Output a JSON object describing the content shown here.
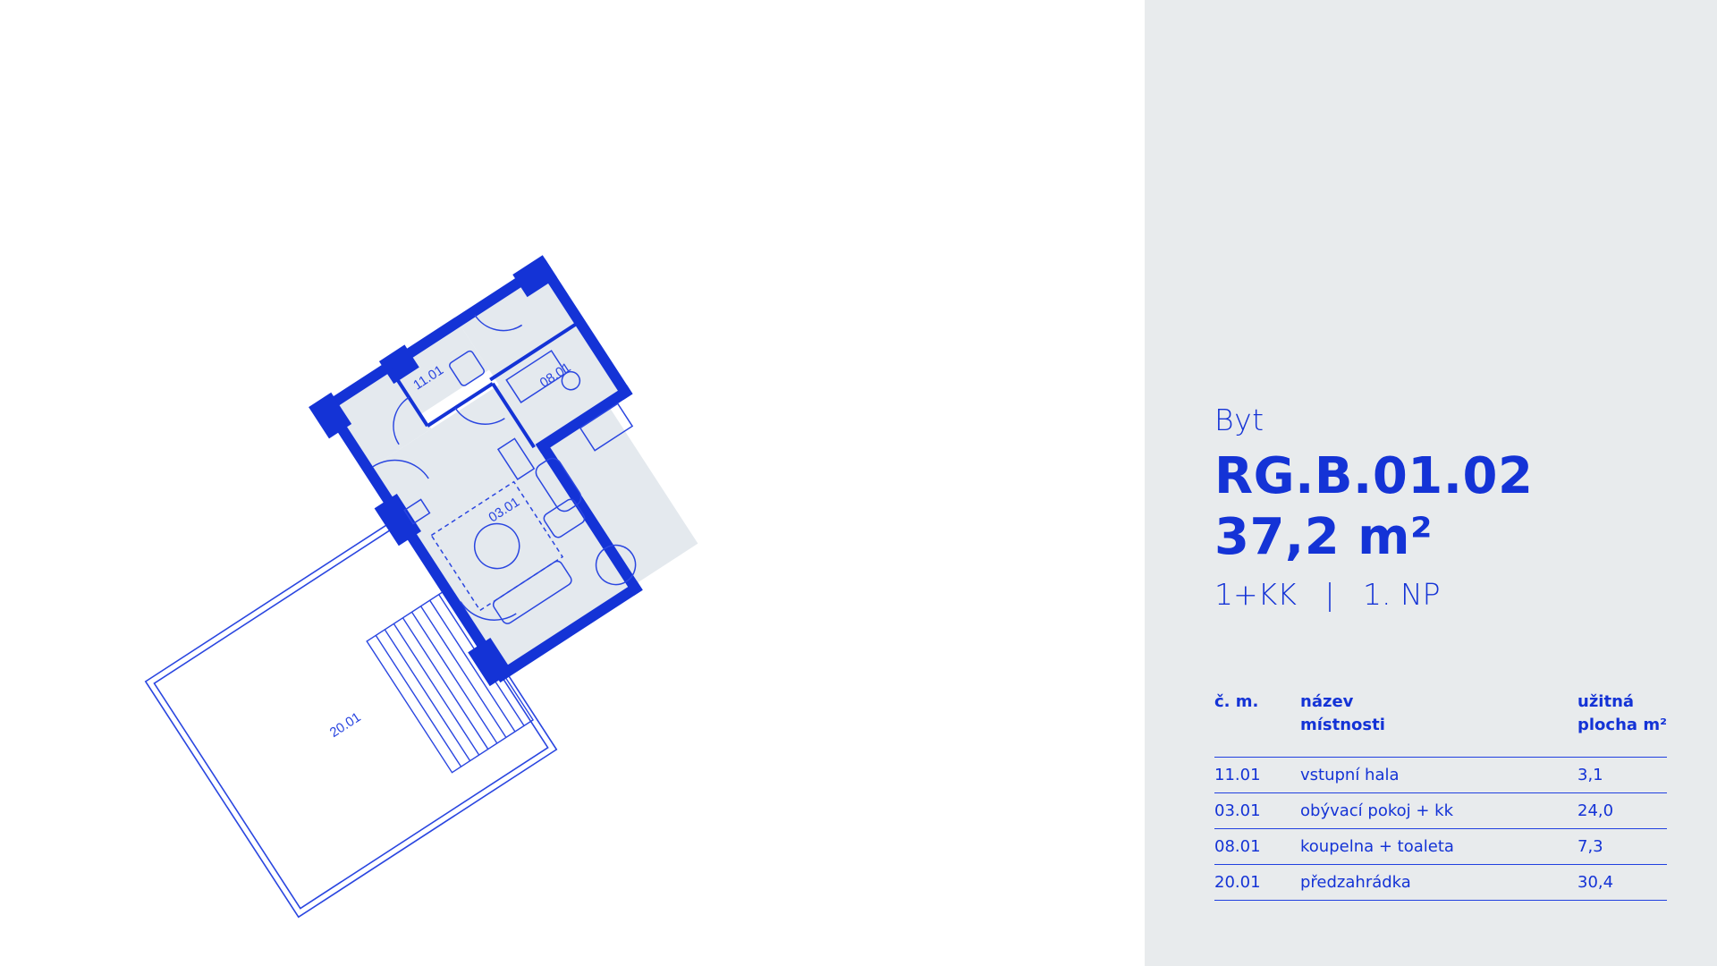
{
  "colors": {
    "accent": "#1433d6",
    "panel_bg": "#e8ebed",
    "room_fill": "#e4e9ee"
  },
  "plan": {
    "rooms": {
      "r1101": "11.01",
      "r0301": "03.01",
      "r0801": "08.01",
      "r2001": "20.01"
    }
  },
  "info": {
    "label": "Byt",
    "code": "RG.B.01.02",
    "area": "37,2 m²",
    "meta": "1+KK   |   1. NP"
  },
  "table": {
    "headers": {
      "number": "č. m.",
      "name_line1": "název",
      "name_line2": "místnosti",
      "area_line1": "užitná",
      "area_line2": "plocha m²"
    },
    "rows": [
      {
        "number": "11.01",
        "name": "vstupní hala",
        "area": "3,1"
      },
      {
        "number": "03.01",
        "name": "obývací pokoj + kk",
        "area": "24,0"
      },
      {
        "number": "08.01",
        "name": "koupelna + toaleta",
        "area": "7,3"
      },
      {
        "number": "20.01",
        "name": "předzahrádka",
        "area": "30,4"
      }
    ]
  }
}
